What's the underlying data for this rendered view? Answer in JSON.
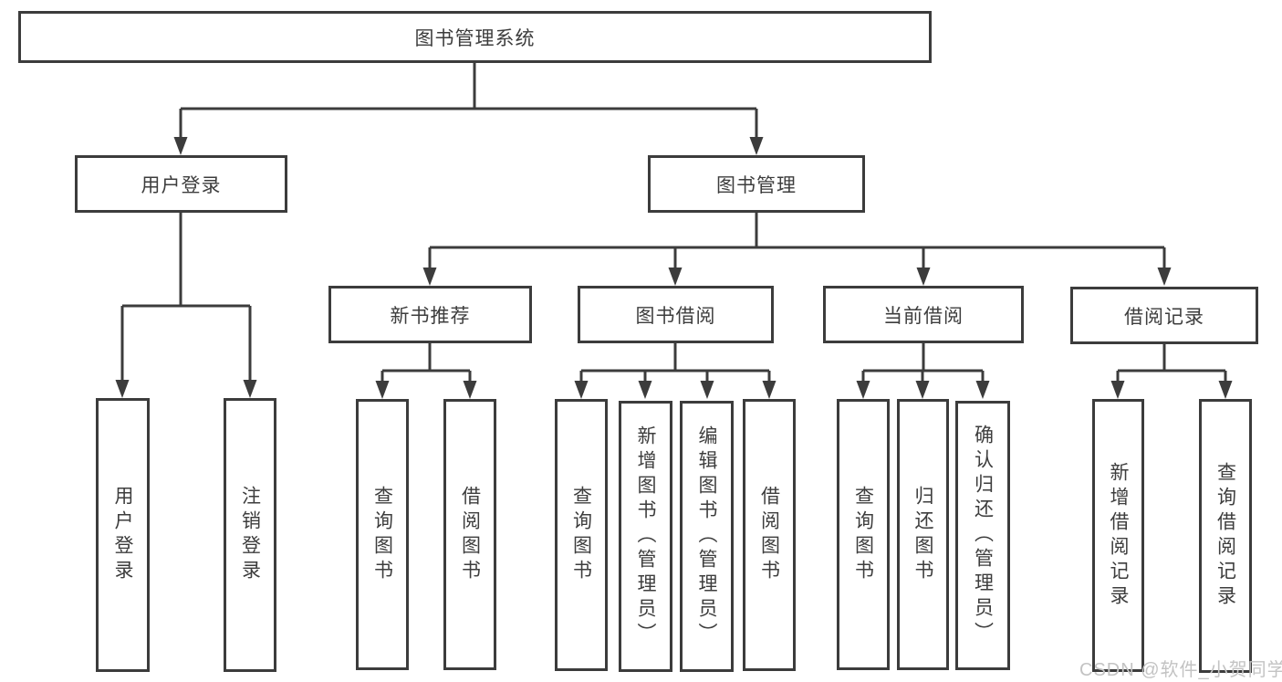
{
  "diagram": {
    "root": {
      "label": "图书管理系统"
    },
    "branches": [
      {
        "label": "用户登录",
        "children": [
          {
            "label": "用户登录"
          },
          {
            "label": "注销登录"
          }
        ]
      },
      {
        "label": "图书管理",
        "children": [
          {
            "label": "新书推荐",
            "children": [
              {
                "label": "查询图书"
              },
              {
                "label": "借阅图书"
              }
            ]
          },
          {
            "label": "图书借阅",
            "children": [
              {
                "label": "查询图书"
              },
              {
                "label": "新增图书（管理员）"
              },
              {
                "label": "编辑图书（管理员）"
              },
              {
                "label": "借阅图书"
              }
            ]
          },
          {
            "label": "当前借阅",
            "children": [
              {
                "label": "查询图书"
              },
              {
                "label": "归还图书"
              },
              {
                "label": "确认归还（管理员）"
              }
            ]
          },
          {
            "label": "借阅记录",
            "children": [
              {
                "label": "新增借阅记录"
              },
              {
                "label": "查询借阅记录"
              }
            ]
          }
        ]
      }
    ],
    "watermark": {
      "text": "CSDN @软件_小贺同学"
    },
    "colors": {
      "line": "#3c3c3c",
      "box_border": "#3c3c3c",
      "text": "#3d3d3d",
      "background": "#ffffff",
      "watermark": "#c3c3c3"
    }
  }
}
